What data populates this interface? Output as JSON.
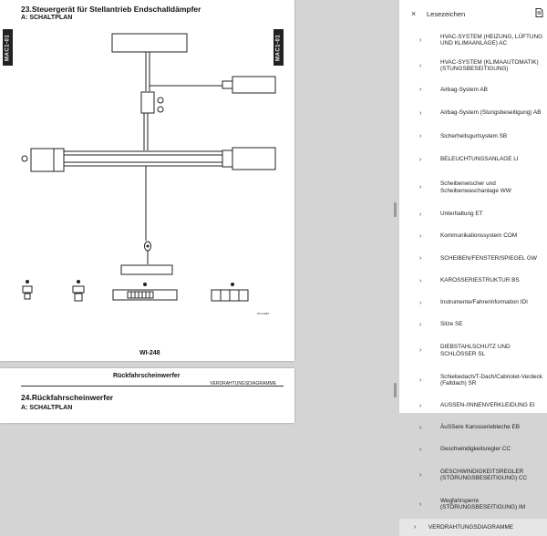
{
  "document": {
    "page1": {
      "title": "23.Steuergerät für Stellantrieb Endschalldämpfer",
      "subtitle": "A:  SCHALTPLAN",
      "tab_left": "MAC1-01",
      "tab_right": "MAC1-01",
      "figure_label": "WI-248",
      "diagram_code": "WI-01080"
    },
    "page2": {
      "header": "Rückfahrscheinwerfer",
      "section": "VERDRAHTUNGSDIAGRAMME",
      "title": "24.Rückfahrscheinwerfer",
      "subtitle": "A:  SCHALTPLAN"
    }
  },
  "bookmarks": {
    "close_icon": "×",
    "title": "Lesezeichen",
    "options_icon": "bookmark-options-icon",
    "items": [
      {
        "label": "HVAC-SYSTEM (HEIZUNG, LÜFTUNG\nUND KLIMAANLAGE) AC"
      },
      {
        "label": "HVAC-SYSTEM (KLIMAAUTOMATIK)\n(STUNGSBESEITIGUNG)"
      },
      {
        "label": "Airbag-System AB"
      },
      {
        "label": "Airbag-System (Stungsbeseitigung) AB"
      },
      {
        "label": "Sicherheitsgurtsystem SB"
      },
      {
        "label": "BELEUCHTUNGSANLAGE LI"
      },
      {
        "label": "Scheibenwischer und\nScheibenwaschanlage WW"
      },
      {
        "label": "Unterhaltung ET"
      },
      {
        "label": "Kommunikationssystem COM"
      },
      {
        "label": "SCHEIBEN/FENSTER/SPIEGEL GW"
      },
      {
        "label": "KAROSSERIESTRUKTUR BS"
      },
      {
        "label": "Instrumente/Fahrerinformation IDI"
      },
      {
        "label": "Sitze SE"
      },
      {
        "label": "DIEBSTAHLSCHUTZ UND\nSCHLÖSSER SL"
      },
      {
        "label": "Schiebedach/T-Dach/Cabriolet-Verdeck\n(Faltdach) SR"
      },
      {
        "label": "AUSSEN-/INNENVERKLEIDUNG EI"
      },
      {
        "label": "ÄuSSere Karosseriebleche EB"
      },
      {
        "label": "Geschwindigkeitsregler CC"
      },
      {
        "label": "GESCHWINDIGKEITSREGLER\n(STÖRUNGSBESEITIGUNG) CC"
      },
      {
        "label": "Wegfahrsperre\n(STÖRUNGSBESEITIGUNG) IM"
      },
      {
        "label": "VERDRAHTUNGSDIAGRAMME"
      }
    ]
  },
  "colors": {
    "accent": "#222222",
    "selection": "#e6e6e6"
  }
}
